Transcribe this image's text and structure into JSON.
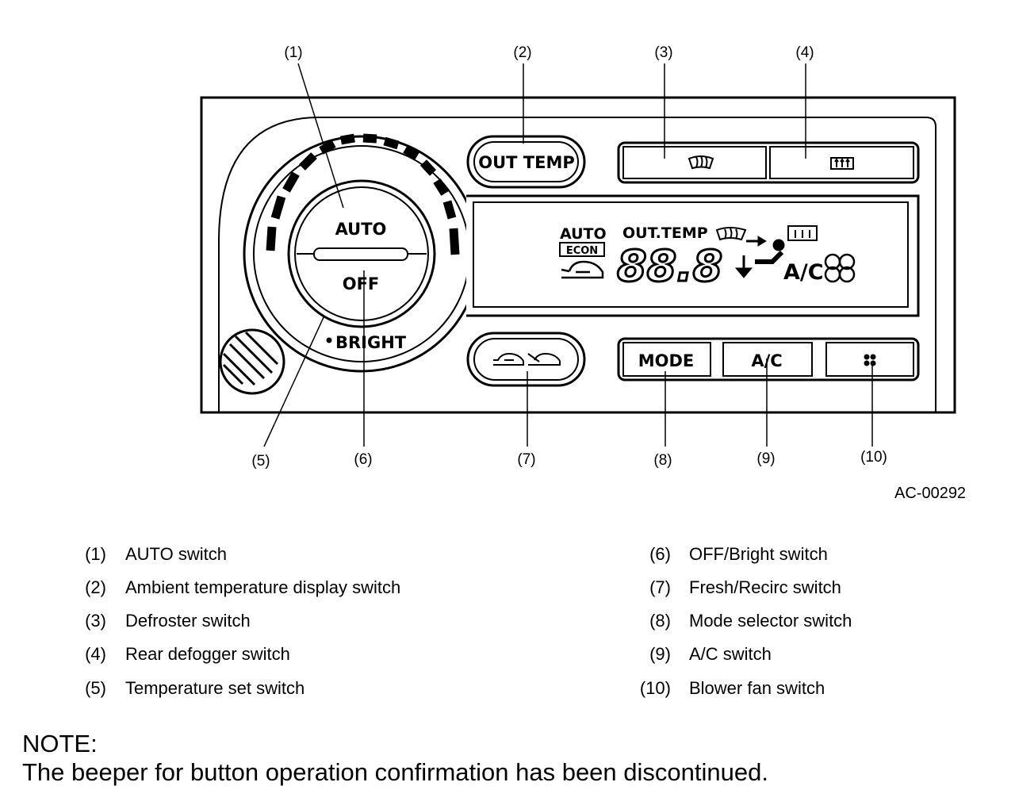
{
  "callouts": [
    "(1)",
    "(2)",
    "(3)",
    "(4)",
    "(5)",
    "(6)",
    "(7)",
    "(8)",
    "(9)",
    "(10)"
  ],
  "figure_id": "AC-00292",
  "panel": {
    "knob_auto": "AUTO",
    "knob_off": "OFF",
    "bright_label": "BRIGHT",
    "out_temp_button": "OUT TEMP",
    "mode_button": "MODE",
    "ac_button": "A/C",
    "display": {
      "auto": "AUTO",
      "econ": "ECON",
      "out_temp": "OUT.TEMP",
      "digits": "88.8",
      "ac": "A/C"
    }
  },
  "legend": [
    {
      "num": "(1)",
      "text": "AUTO switch"
    },
    {
      "num": "(2)",
      "text": "Ambient temperature display switch"
    },
    {
      "num": "(3)",
      "text": "Defroster switch"
    },
    {
      "num": "(4)",
      "text": "Rear defogger switch"
    },
    {
      "num": "(5)",
      "text": "Temperature set switch"
    },
    {
      "num": "(6)",
      "text": "OFF/Bright switch"
    },
    {
      "num": "(7)",
      "text": "Fresh/Recirc switch"
    },
    {
      "num": "(8)",
      "text": "Mode selector switch"
    },
    {
      "num": "(9)",
      "text": "A/C switch"
    },
    {
      "num": "(10)",
      "text": "Blower fan switch"
    }
  ],
  "note": {
    "title": "NOTE:",
    "body": "The beeper for button operation confirmation has been discontinued."
  }
}
